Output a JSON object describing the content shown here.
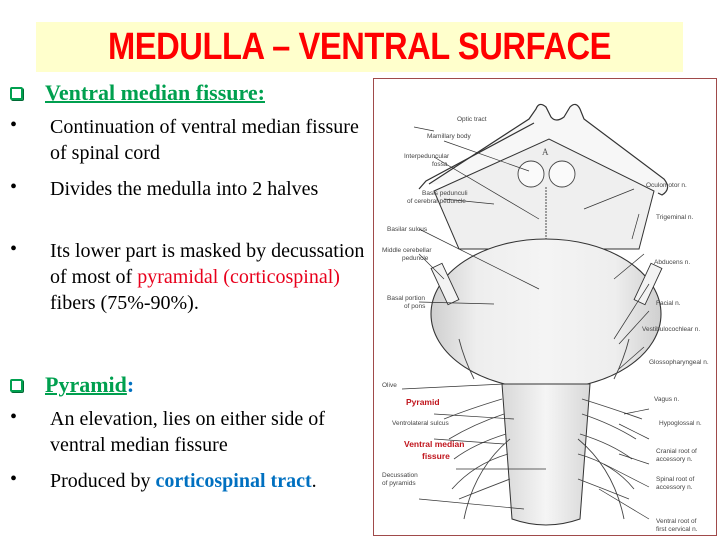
{
  "title": "MEDULLA – VENTRAL SURFACE",
  "sections": [
    {
      "heading": "Ventral median fissure:",
      "bullets": [
        {
          "text": "Continuation of ventral median fissure of spinal cord"
        },
        {
          "text": "Divides the medulla into 2 halves"
        },
        {
          "text_before": "Its lower part is masked by decussation of most of ",
          "highlight": "pyramidal (corticospinal)",
          "text_after": " fibers (75%-90%)."
        }
      ]
    },
    {
      "heading": "Pyramid",
      "heading_suffix": ":",
      "bullets": [
        {
          "text": "An elevation, lies on either side of ventral median fissure"
        },
        {
          "text_before": "Produced by ",
          "highlight": "corticospinal tract",
          "text_after": "."
        }
      ]
    }
  ],
  "diagram": {
    "labels_left": [
      "Optic tract",
      "Mamillary body",
      "Interpeduncular fossa",
      "Basis pedunculi of cerebral peduncle",
      "Basilar sulcus",
      "Middle cerebellar peduncle",
      "Basal portion of pons",
      "Olive",
      "Pyramid",
      "Ventrolateral sulcus",
      "Ventral median fissure",
      "Decussation of pyramids"
    ],
    "labels_right": [
      "Oculomotor n.",
      "Trigeminal n.",
      "Abducens n.",
      "Facial n.",
      "Vestibulocochlear n.",
      "Glossopharyngeal n.",
      "Vagus n.",
      "Hypoglossal n.",
      "Cranial root of accessory n.",
      "Spinal root of accessory n.",
      "Ventral root of first cervical n."
    ],
    "center_mark": "A",
    "colors": {
      "frame": "#a04a4a",
      "highlight_label": "#c0141c"
    }
  },
  "colors": {
    "title": "#ff0000",
    "title_bg": "#ffffcc",
    "heading": "#00a04f",
    "red_text": "#e8001c",
    "blue_text": "#0070c0"
  }
}
